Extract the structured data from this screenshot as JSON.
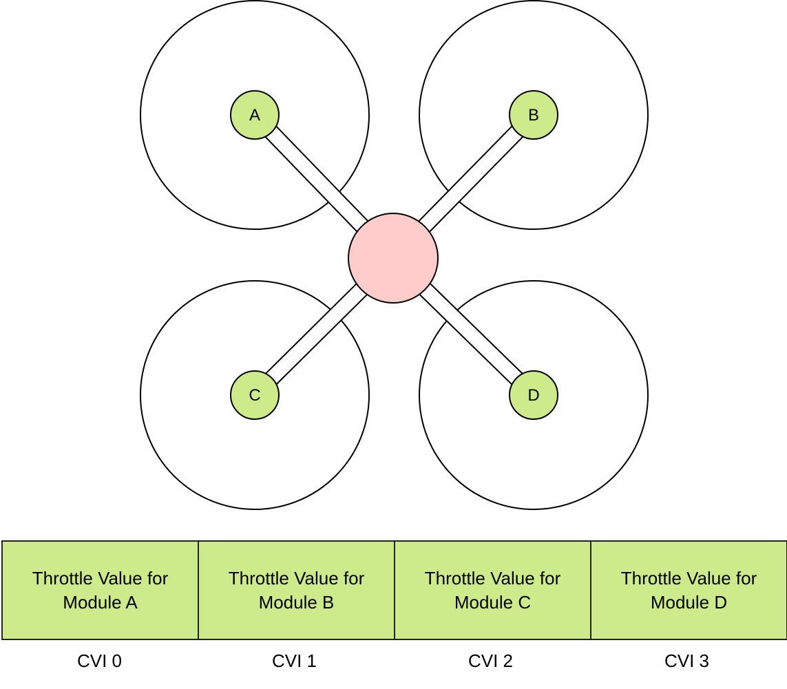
{
  "colors": {
    "hub_fill": "#ffcccc",
    "motor_fill": "#cdeb8b",
    "cell_fill": "#cdeb8b",
    "stroke": "#000000"
  },
  "motors": [
    {
      "label": "A"
    },
    {
      "label": "B"
    },
    {
      "label": "C"
    },
    {
      "label": "D"
    }
  ],
  "cells": [
    {
      "line1": "Throttle Value for",
      "line2": "Module A",
      "cvi": "CVI 0"
    },
    {
      "line1": "Throttle Value for",
      "line2": "Module B",
      "cvi": "CVI 1"
    },
    {
      "line1": "Throttle Value for",
      "line2": "Module C",
      "cvi": "CVI 2"
    },
    {
      "line1": "Throttle Value for",
      "line2": "Module D",
      "cvi": "CVI 3"
    }
  ]
}
